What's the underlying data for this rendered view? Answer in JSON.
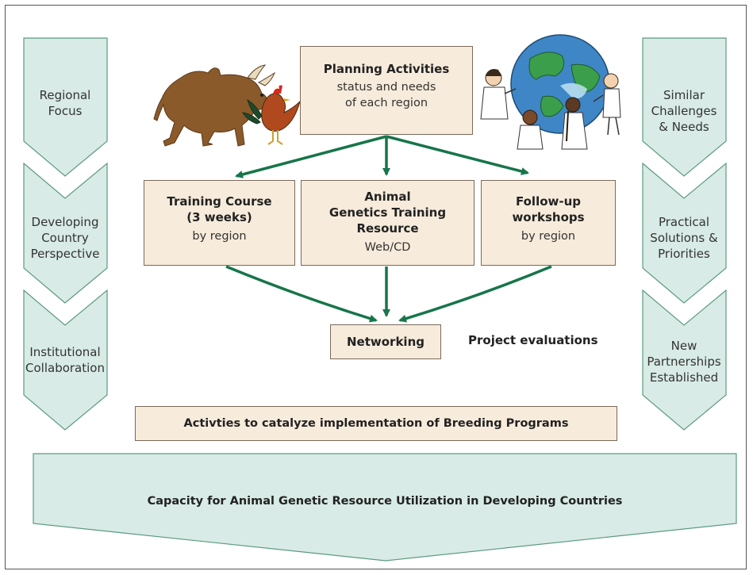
{
  "left_column": [
    {
      "label_lines": [
        "Regional",
        "Focus"
      ]
    },
    {
      "label_lines": [
        "Developing",
        "Country",
        "Perspective"
      ]
    },
    {
      "label_lines": [
        "Institutional",
        "Collaboration"
      ]
    }
  ],
  "right_column": [
    {
      "label_lines": [
        "Similar",
        "Challenges",
        "& Needs"
      ]
    },
    {
      "label_lines": [
        "Practical",
        "Solutions &",
        "Priorities"
      ]
    },
    {
      "label_lines": [
        "New",
        "Partnerships",
        "Established"
      ]
    }
  ],
  "planning": {
    "title": "Planning Activities",
    "sub_lines": [
      "status and needs",
      "of each region"
    ]
  },
  "training": {
    "title_lines": [
      "Training Course",
      "(3 weeks)"
    ],
    "sub": "by region"
  },
  "resource": {
    "title_lines": [
      "Animal",
      "Genetics Training",
      "Resource"
    ],
    "sub": "Web/CD"
  },
  "followup": {
    "title_lines": [
      "Follow-up",
      "workshops"
    ],
    "sub": "by region"
  },
  "networking": {
    "title": "Networking"
  },
  "evaluations": "Project evaluations",
  "activities": "Activties to catalyze implementation of Breeding Programs",
  "base": "Capacity for Animal Genetic Resource Utilization in Developing Countries",
  "illustrations": [
    "bull-icon",
    "rooster-icon",
    "globe-with-children-icon"
  ],
  "colors": {
    "chevron_fill": "#d8ebe6",
    "chevron_stroke": "#5c9a7f",
    "box_fill": "#f7ebdb",
    "arrow": "#17754a",
    "bull": "#8a5a2b"
  }
}
